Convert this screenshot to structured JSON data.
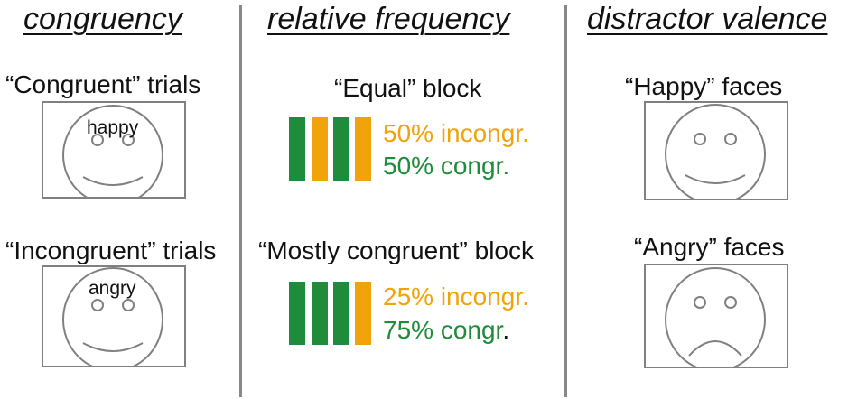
{
  "colors": {
    "incongruent": "#F0A30A",
    "congruent": "#1E8C3A",
    "divider": "#888888",
    "frame": "#808080"
  },
  "congruency": {
    "heading": "congruency",
    "congruent_label": "“Congruent” trials",
    "congruent_word": "happy",
    "incongruent_label": "“Incongruent” trials",
    "incongruent_word": "angry"
  },
  "frequency": {
    "heading": "relative frequency",
    "equal": {
      "label": "“Equal” block",
      "bars": [
        "congruent",
        "incongruent",
        "congruent",
        "incongruent"
      ],
      "incongruent_text": "50% incongr.",
      "congruent_text": "50% congr."
    },
    "mostly": {
      "label": "“Mostly congruent” block",
      "bars": [
        "congruent",
        "congruent",
        "congruent",
        "incongruent"
      ],
      "incongruent_text": "25% incongr.",
      "congruent_text": "75% congr",
      "congruent_text_end": "."
    }
  },
  "valence": {
    "heading": "distractor valence",
    "happy_label": "“Happy” faces",
    "angry_label": "“Angry” faces"
  }
}
